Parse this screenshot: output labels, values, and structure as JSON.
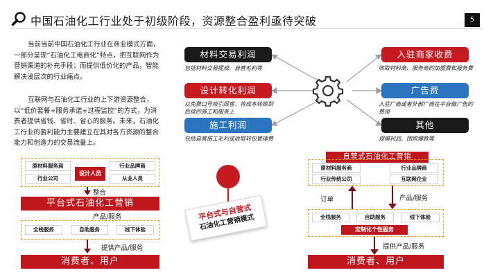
{
  "header": {
    "title": "中国石油化工行业处于初级阶段，资源整合盈利亟待突破",
    "page_number": "5",
    "icon": "search-icon"
  },
  "paragraphs": [
    "当前当前中国石油化工行业在商业模式方面，一部分呈现“石油化工电商化”特点，把互联网作为营销渠道的补充手段；而提供低价化的产品，智能解决浅层次的行业痛点。",
    "互联网与石油化工行业的上下游资源整合，以“低价套餐+服务承诺+过程监控”的方式，为消费者提供省钱、省时、省心的服务。未来，石油化工行业的盈利能力主要建立在其对各方资源的整合能力和创造力的交易流量上。"
  ],
  "left_diagram": {
    "boxes": [
      "原材料服务商",
      "行业公司",
      "行业品牌商",
      "从业人员"
    ],
    "center_box": "设计人员",
    "label_integrate": "整合",
    "platform_bar": "平台式石油化工营销",
    "label_products": "产品/服务",
    "services": [
      "全栈服务",
      "自助服务",
      "线下体验"
    ],
    "label_provide": "提供产品/服务",
    "consumer_bar": "消费者、用户"
  },
  "center": {
    "left_items": [
      {
        "title": "材料交易利润",
        "caption": "包括材料交易提成、自营毛利等"
      },
      {
        "title": "设计转化利润",
        "caption": "以免费口号吸引顾客，将成本转嫁到后续的施工和服务上"
      },
      {
        "title": "施工利润",
        "caption": "包括自营施工毛利或收取转包管理费"
      }
    ],
    "right_items": [
      {
        "title": "入驻商家收费",
        "caption": "收取材料商、服务商的加盟费和服务费"
      },
      {
        "title": "广告费",
        "caption": "入驻厂商或者外部厂商在平台做广告的费用"
      },
      {
        "title": "其他",
        "caption": "规模利润、团购爆款等"
      }
    ],
    "hub_icon": "gear-icon",
    "badge_line1": "平台式与自营式",
    "badge_line2": "石油化工营销模式"
  },
  "right_diagram": {
    "header": "自营式石油化工营销",
    "boxes": [
      "原材料服务商",
      "行业传统公司",
      "行业品牌商",
      "互联网企业"
    ],
    "label_order": "订单",
    "label_products": "产品/服务",
    "services": [
      "全栈服务",
      "自助服务",
      "线下体验"
    ],
    "custom_bar": "定制化个性服务",
    "label_provide": "提供产品/服务",
    "consumer_bar": "消费者、用户"
  },
  "colors": {
    "red": "#c41a20",
    "dark_red": "#7a1012",
    "blue": "#2b74c0",
    "black": "#1a1a1a",
    "dash_orange": "#e8a01c"
  }
}
